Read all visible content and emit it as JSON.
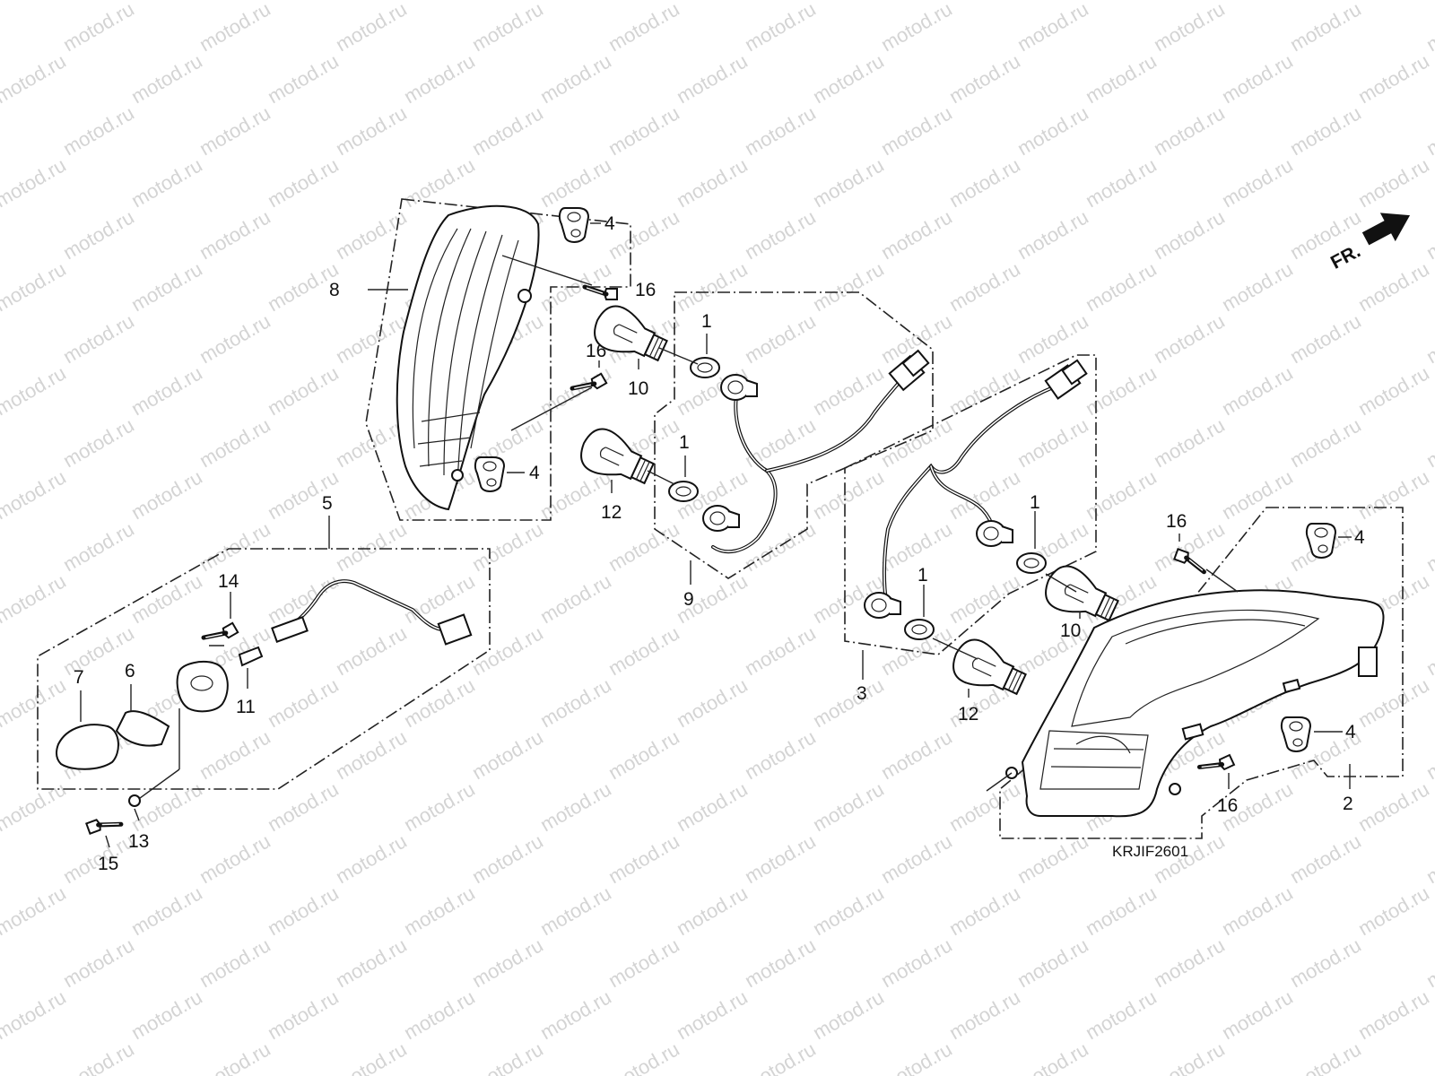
{
  "watermark": "motod.ru",
  "direction_marker": {
    "label": "FR.",
    "icon": "arrow-right-icon"
  },
  "figure_code": "KRJIF2601",
  "callouts": {
    "c1a": "1",
    "c1b": "1",
    "c1c": "1",
    "c1d": "1",
    "c2": "2",
    "c3": "3",
    "c4a": "4",
    "c4b": "4",
    "c4c": "4",
    "c4d": "4",
    "c5": "5",
    "c6": "6",
    "c7": "7",
    "c8": "8",
    "c9": "9",
    "c10a": "10",
    "c10b": "10",
    "c11": "11",
    "c12a": "12",
    "c12b": "12",
    "c13": "13",
    "c14": "14",
    "c15": "15",
    "c16a": "16",
    "c16b": "16",
    "c16c": "16",
    "c16d": "16"
  }
}
